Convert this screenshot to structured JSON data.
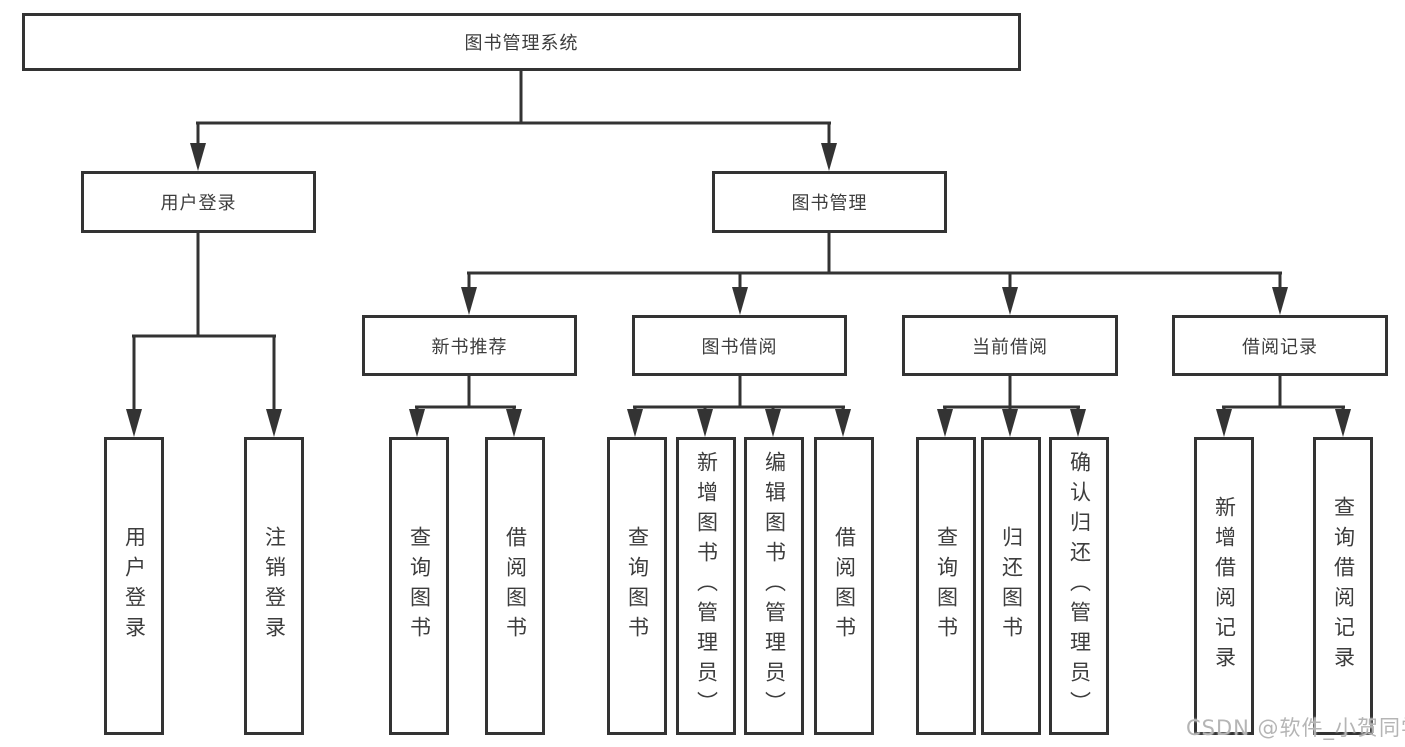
{
  "diagram": {
    "root": {
      "label": "图书管理系统"
    },
    "branches": [
      {
        "label": "用户登录",
        "leaves": [
          {
            "label": "用户登录"
          },
          {
            "label": "注销登录"
          }
        ]
      },
      {
        "label": "图书管理",
        "sections": [
          {
            "label": "新书推荐",
            "leaves": [
              {
                "label": "查询图书"
              },
              {
                "label": "借阅图书"
              }
            ]
          },
          {
            "label": "图书借阅",
            "leaves": [
              {
                "label": "查询图书"
              },
              {
                "label": "新增图书（管理员）"
              },
              {
                "label": "编辑图书（管理员）"
              },
              {
                "label": "借阅图书"
              }
            ]
          },
          {
            "label": "当前借阅",
            "leaves": [
              {
                "label": "查询图书"
              },
              {
                "label": "归还图书"
              },
              {
                "label": "确认归还（管理员）"
              }
            ]
          },
          {
            "label": "借阅记录",
            "leaves": [
              {
                "label": "新增借阅记录"
              },
              {
                "label": "查询借阅记录"
              }
            ]
          }
        ]
      }
    ]
  },
  "watermark": {
    "text": "CSDN @软件_小贺同学"
  },
  "colors": {
    "line": "#333333",
    "text": "#3d3d3d",
    "watermark": "#b5b5b5",
    "background": "#ffffff"
  }
}
